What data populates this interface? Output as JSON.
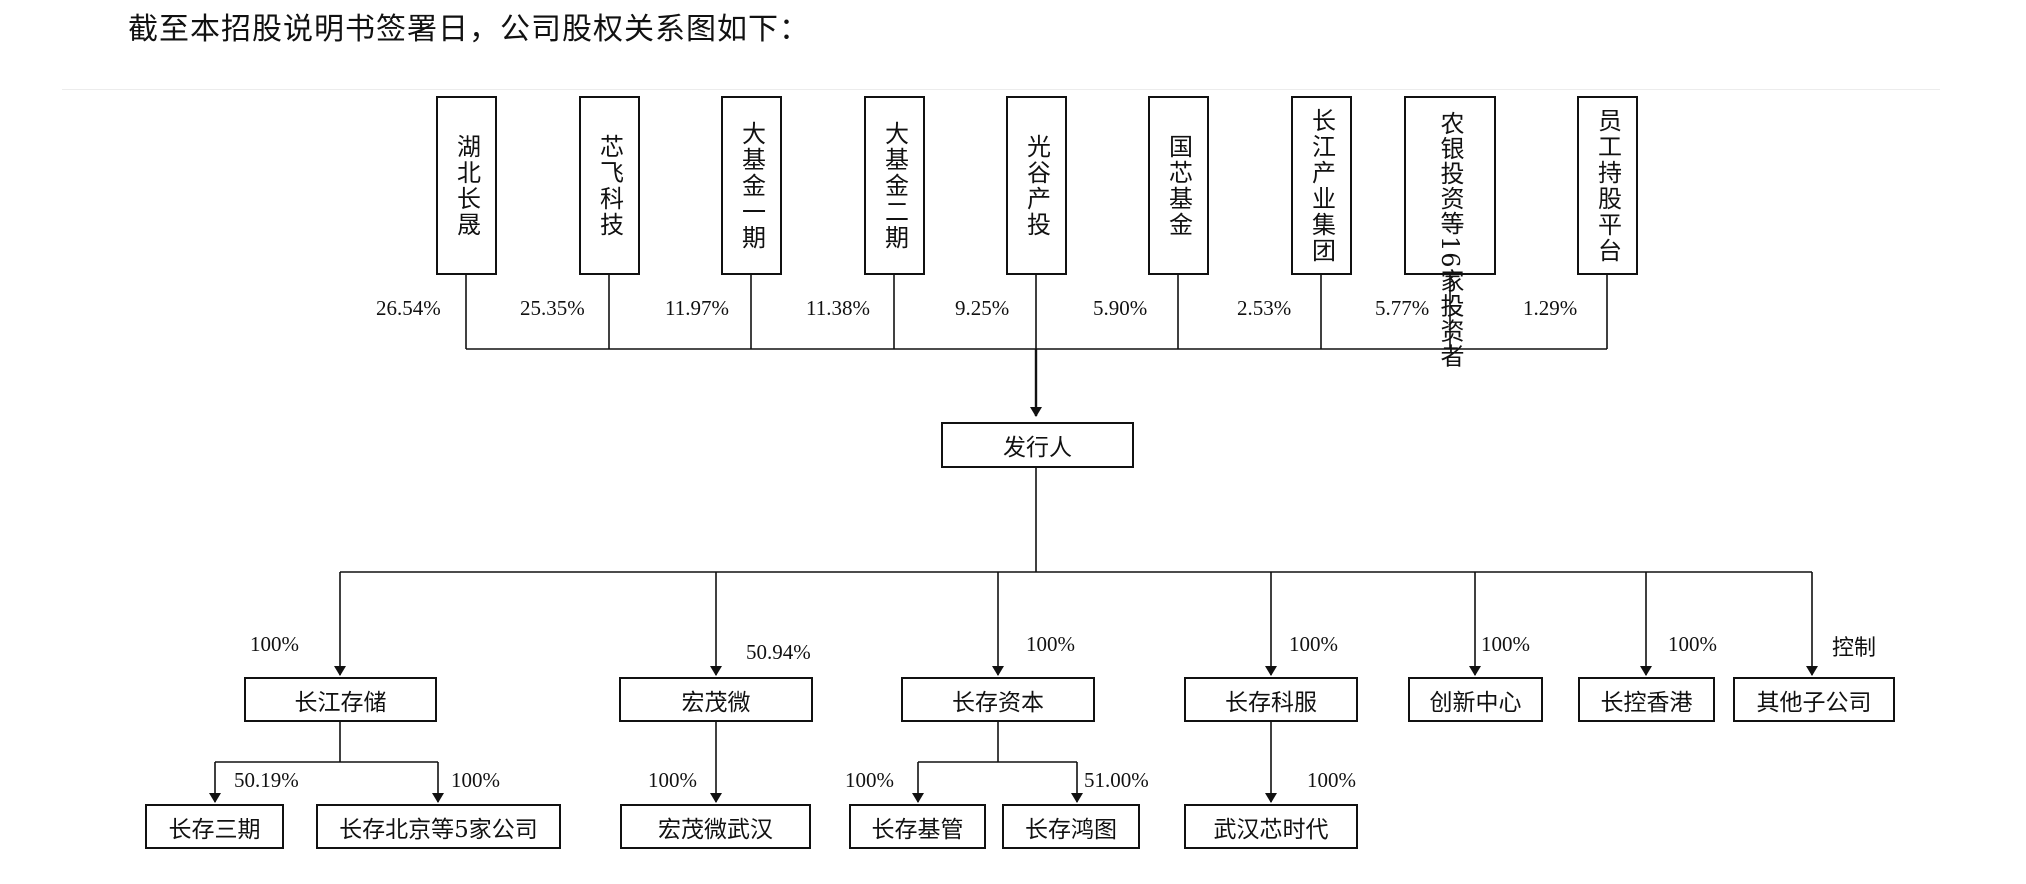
{
  "intro": "截至本招股说明书签署日，公司股权关系图如下：",
  "shareholders": [
    {
      "name": "湖北长晟",
      "pct": "26.54%"
    },
    {
      "name": "芯飞科技",
      "pct": "25.35%"
    },
    {
      "name": "大基金一期",
      "pct": "11.97%"
    },
    {
      "name": "大基金二期",
      "pct": "11.38%"
    },
    {
      "name": "光谷产投",
      "pct": "9.25%"
    },
    {
      "name": "国芯基金",
      "pct": "5.90%"
    },
    {
      "name": "长江产业集团",
      "pct": "2.53%"
    },
    {
      "name": "农银投资等16家投资者",
      "pct": "5.77%"
    },
    {
      "name": "员工持股平台",
      "pct": "1.29%"
    }
  ],
  "issuer": "发行人",
  "subsidiaries": [
    {
      "name": "长江存储",
      "pct": "100%"
    },
    {
      "name": "宏茂微",
      "pct": "50.94%"
    },
    {
      "name": "长存资本",
      "pct": "100%"
    },
    {
      "name": "长存科服",
      "pct": "100%"
    },
    {
      "name": "创新中心",
      "pct": "100%"
    },
    {
      "name": "长控香港",
      "pct": "100%"
    },
    {
      "name": "其他子公司",
      "pct": "控制"
    }
  ],
  "second_level": [
    {
      "name": "长存三期",
      "pct": "50.19%"
    },
    {
      "name": "长存北京等5家公司",
      "pct": "100%"
    },
    {
      "name": "宏茂微武汉",
      "pct": "100%"
    },
    {
      "name": "长存基管",
      "pct": "100%"
    },
    {
      "name": "长存鸿图",
      "pct": "51.00%"
    },
    {
      "name": "武汉芯时代",
      "pct": "100%"
    }
  ]
}
